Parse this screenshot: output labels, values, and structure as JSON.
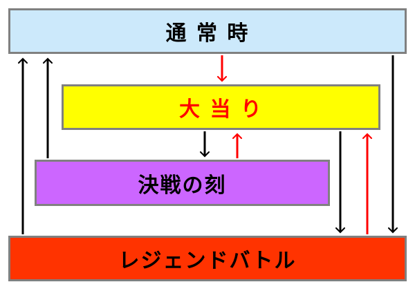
{
  "states": {
    "normal": {
      "label": "通 常 時",
      "fill": "#cce9fb",
      "text_color": "#000000"
    },
    "hit": {
      "label": "大 当 り",
      "fill": "#ffff00",
      "text_color": "#ff0000"
    },
    "kessen": {
      "label": "決戦の刻",
      "fill": "#cc66ff",
      "text_color": "#000000"
    },
    "legend": {
      "label": "レジェンドバトル",
      "fill": "#ff3300",
      "text_color": "#000000"
    }
  },
  "colors": {
    "arrow_black": "#000000",
    "arrow_red": "#ff0000",
    "border": "#808080"
  }
}
